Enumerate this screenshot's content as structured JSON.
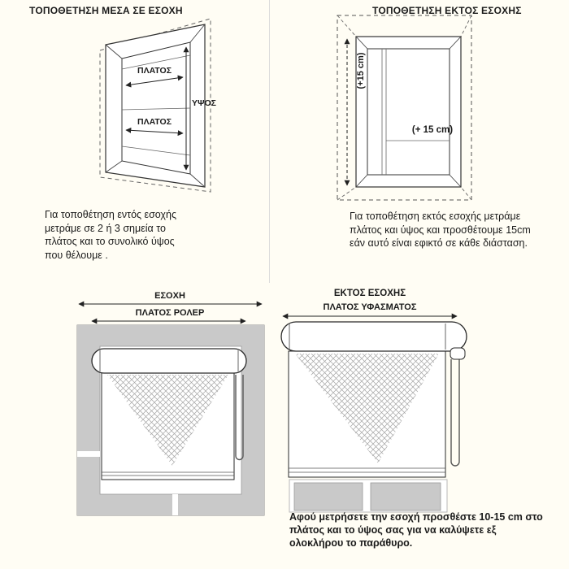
{
  "page": {
    "background": "#fffdf4"
  },
  "colors": {
    "line": "#333333",
    "frame_gray": "#c9c9c9",
    "hatch": "#a3a3a3"
  },
  "inside_recess": {
    "title": "ΤΟΠΟΘΕΤΗΣΗ ΜΕΣΑ ΣΕ ΕΣΟΧΗ",
    "width_label_top": "ΠΛΑΤΟΣ",
    "width_label_bottom": "ΠΛΑΤΟΣ",
    "height_label": "ΥΨΟΣ",
    "caption": "Για τοποθέτηση εντός εσοχής μετράμε σε 2 ή 3 σημεία το πλάτος και το συνολικό ύψος που θέλουμε ."
  },
  "outside_recess": {
    "title": "ΤΟΠΟΘΕΤΗΣΗ ΕΚΤΟΣ ΕΣΟΧΗΣ",
    "plus15_vertical": "(+15 cm)",
    "plus15_horizontal": "(+ 15 cm)",
    "caption": "Για τοποθέτηση εκτός εσοχής μετράμε πλάτος και ύψος και προσθέτουμε 15cm εάν αυτό είναι εφικτό σε κάθε διάσταση."
  },
  "recess_mount": {
    "recess_label": "ΕΣΟΧΗ",
    "roller_width_label": "ΠΛΑΤΟΣ ΡΟΛΕΡ"
  },
  "outside_mount": {
    "title": "ΕΚΤΟΣ ΕΣΟΧΗΣ",
    "fabric_width_label": "ΠΛΑΤΟΣ ΥΦΑΣΜΑΤΟΣ",
    "caption": "Αφού μετρήσετε την εσοχή προσθέστε 10-15 cm στο πλάτος και το ύψος σας για να καλύψετε εξ ολοκλήρου το παράθυρο."
  }
}
